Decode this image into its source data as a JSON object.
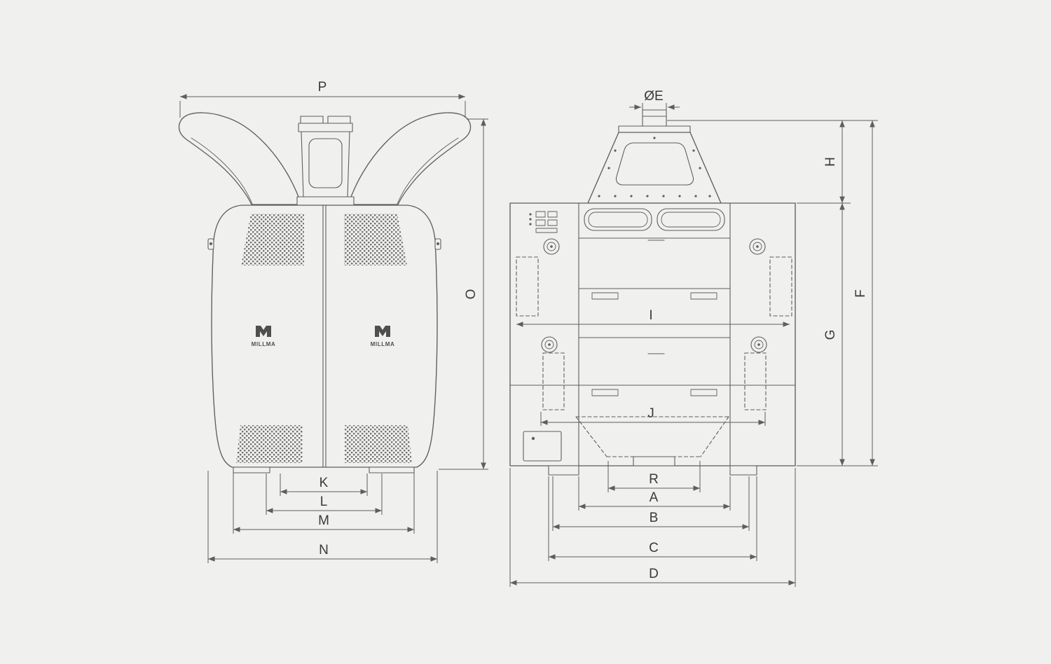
{
  "colors": {
    "background": "#f0f0ee",
    "line": "#5e5e5e",
    "label": "#3a3a3a"
  },
  "brand": {
    "name": "MILLMA"
  },
  "side_view": {
    "dimensions": {
      "width_top": "P",
      "height": "O",
      "outlet": "K",
      "feet_inner": "L",
      "feet_outer": "M",
      "overall_width": "N"
    }
  },
  "front_view": {
    "dimensions": {
      "inlet_diameter": "ØE",
      "hopper_height": "H",
      "total_height": "F",
      "body_height": "G",
      "inner_width": "I",
      "door_span": "J",
      "outlet_width": "R",
      "center_width": "A",
      "base_inner": "B",
      "base_outer": "C",
      "overall_width": "D"
    }
  }
}
